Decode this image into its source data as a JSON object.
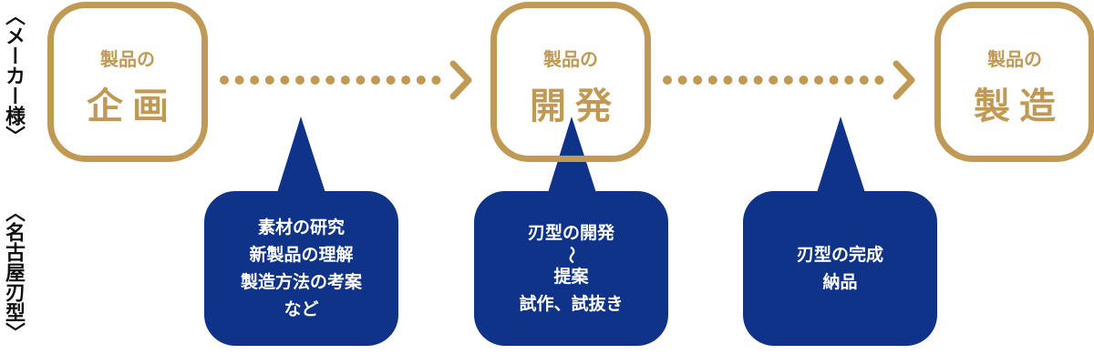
{
  "labels": {
    "maker": "〈メーカー様〉",
    "nagoya": "〈名古屋刃型〉"
  },
  "stages": [
    {
      "sub": "製品の",
      "main": "企画"
    },
    {
      "sub": "製品の",
      "main": "開発"
    },
    {
      "sub": "製品の",
      "main": "製造"
    }
  ],
  "bubbles": [
    {
      "lines": [
        "素材の研究",
        "新製品の理解",
        "製造方法の考案",
        "など"
      ]
    },
    {
      "lines": [
        "刃型の開発",
        "〜",
        "提案",
        "試作、試抜き"
      ]
    },
    {
      "lines": [
        "刃型の完成",
        "納品"
      ]
    }
  ],
  "colors": {
    "gold": "#C09A55",
    "navy": "#0F3388"
  }
}
